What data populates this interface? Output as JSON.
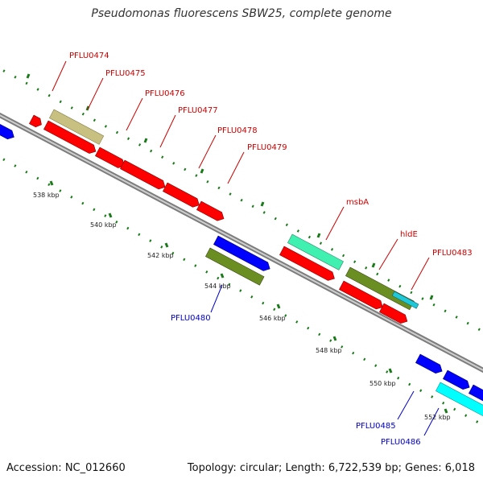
{
  "title": "Pseudomonas fluorescens SBW25, complete genome",
  "footer": {
    "accession": "Accession: NC_012660",
    "summary": "Topology: circular; Length: 6,722,539 bp; Genes: 6,018"
  },
  "colors": {
    "backbone_outer": "#8a8a8a",
    "backbone_inner": "#c8c8c8",
    "tick_green": "#1a7a1a",
    "red": "#ff0000",
    "blue": "#0000ff",
    "olive": "#6b8e23",
    "khaki": "#c8c080",
    "aquamarine": "#40f0b0",
    "cyan": "#00ffff",
    "label_red": "#cc0000",
    "label_blue": "#0000cc"
  },
  "scale_labels": [
    "538 kbp",
    "540 kbp",
    "542 kbp",
    "544 kbp",
    "546 kbp",
    "548 kbp",
    "550 kbp",
    "552 kbp"
  ],
  "gene_labels": {
    "PFLU0474": "PFLU0474",
    "PFLU0475": "PFLU0475",
    "PFLU0476": "PFLU0476",
    "PFLU0477": "PFLU0477",
    "PFLU0478": "PFLU0478",
    "PFLU0479": "PFLU0479",
    "msbA": "msbA",
    "hldE": "hldE",
    "PFLU0483": "PFLU0483",
    "PFLU0480": "PFLU0480",
    "PFLU0485": "PFLU0485",
    "PFLU0486": "PFLU0486"
  }
}
